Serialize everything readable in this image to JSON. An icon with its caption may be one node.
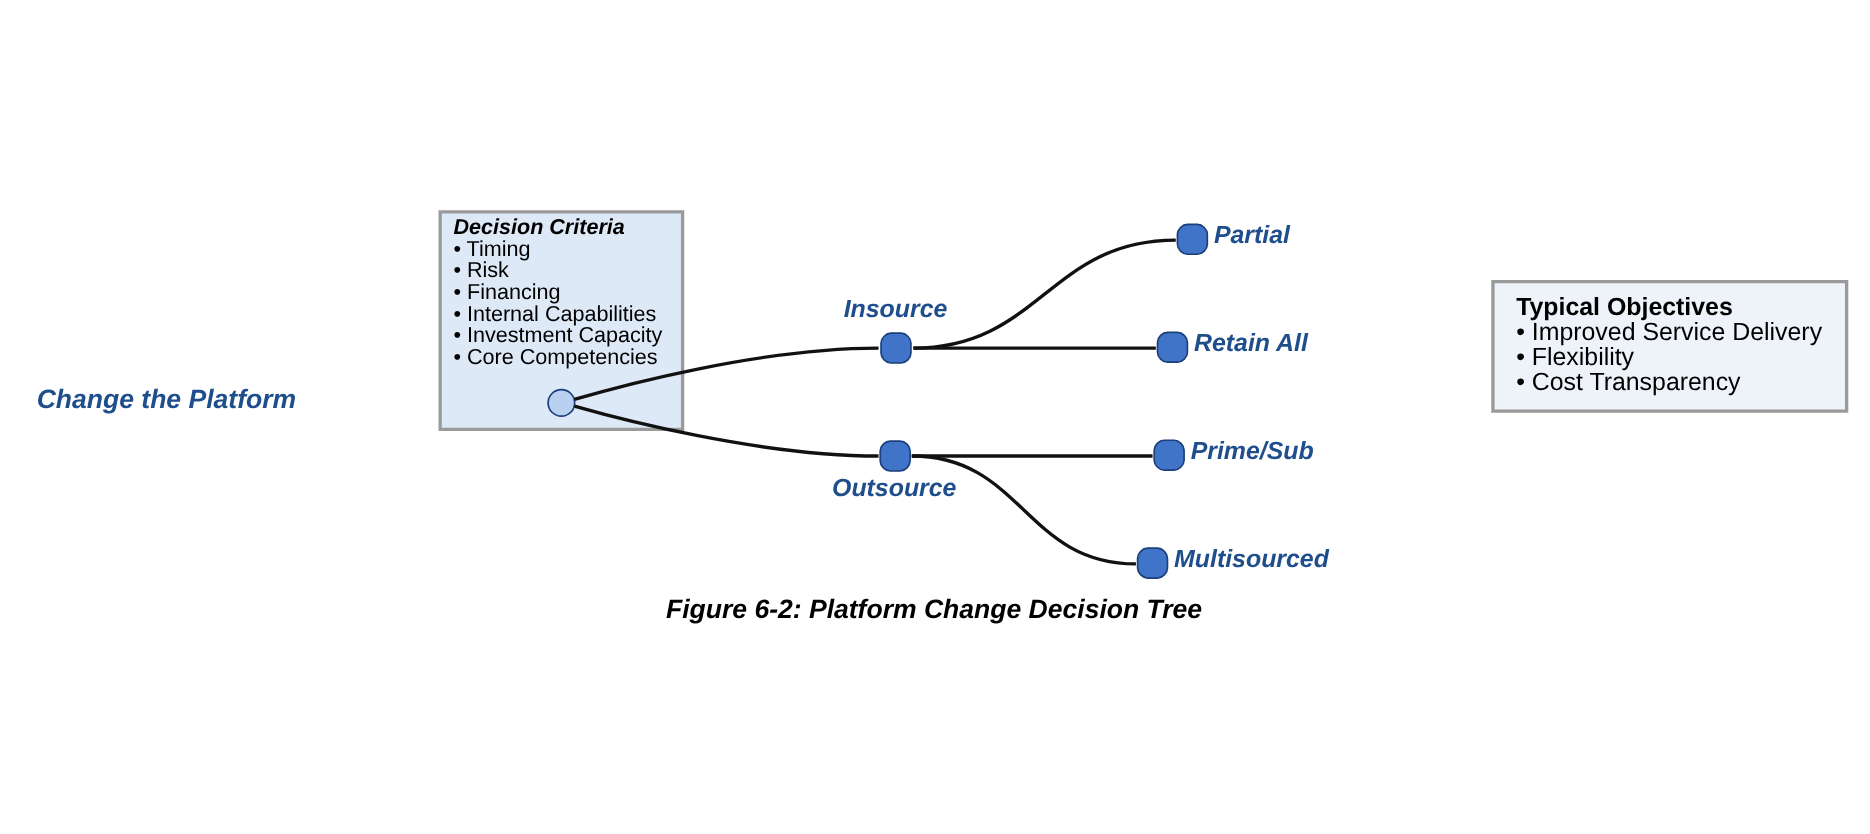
{
  "diagram": {
    "caption": "Figure 6-2: Platform Change Decision Tree",
    "nodes": [
      {
        "text": [
          "Decision Criteria",
          "• Timing",
          "• Risk",
          "• Financing",
          "• Internal Capabilities",
          "• Investment Capacity",
          "• Core Competencies"
        ]
      },
      {
        "text": [],
        "shape": "circle",
        "in": 0
      },
      {
        "text": [],
        "shape": "circle",
        "beside": [
          "Insource"
        ]
      },
      {
        "text": [],
        "shape": "circle",
        "beside": [
          "Outsource"
        ]
      },
      {
        "text": [],
        "shape": "circle",
        "beside": [
          "Partial"
        ]
      },
      {
        "text": [],
        "shape": "circle",
        "beside": [
          "Retain All"
        ]
      },
      {
        "text": [],
        "shape": "circle",
        "beside": [
          "Prime/Sub"
        ]
      },
      {
        "text": [],
        "shape": "circle",
        "beside": [
          "Multisourced"
        ]
      },
      {
        "text": [
          "Typical Objectives",
          "• Improved Service Delivery",
          "• Flexibility",
          "• Cost Transparency"
        ]
      }
    ],
    "edges": [
      {
        "from": 1,
        "to": 2,
        "arrow": "none"
      },
      {
        "from": 1,
        "to": 3,
        "arrow": "none"
      },
      {
        "from": 2,
        "to": 4,
        "arrow": "none"
      },
      {
        "from": 2,
        "to": 5,
        "arrow": "none"
      },
      {
        "from": 3,
        "to": 6,
        "arrow": "none"
      },
      {
        "from": 3,
        "to": 7,
        "arrow": "none"
      }
    ],
    "labels": [
      "Change the Platform"
    ]
  }
}
